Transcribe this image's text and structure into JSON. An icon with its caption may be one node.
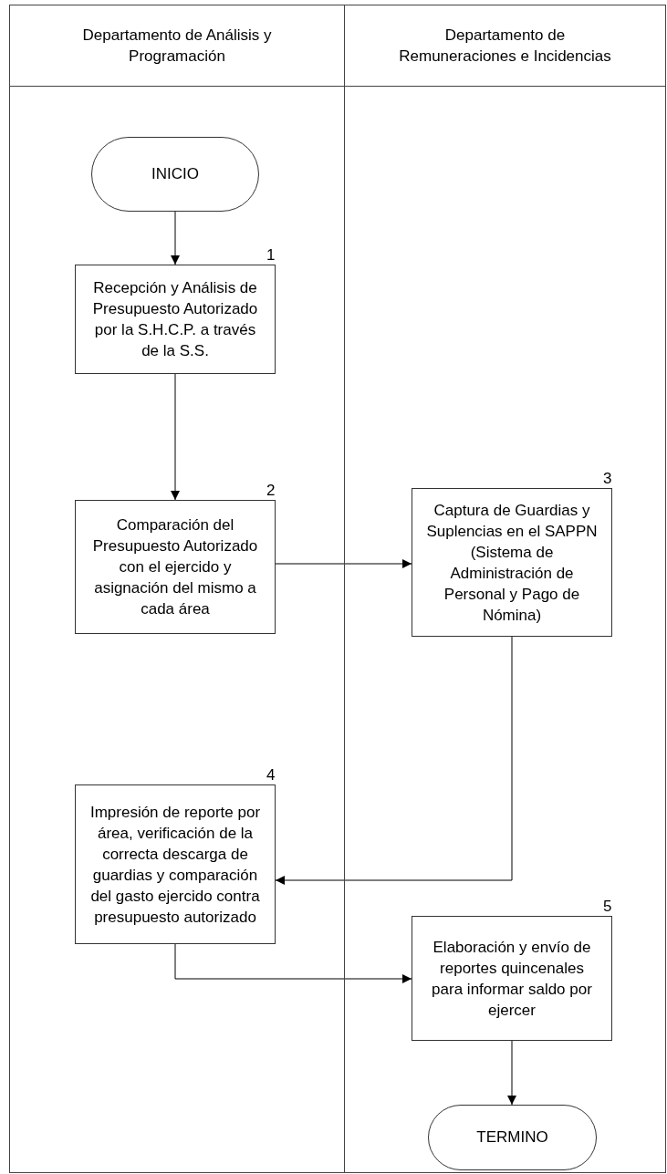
{
  "diagram": {
    "nodes": [
      {
        "text": [
          "Departamento de Análisis y Programación"
        ]
      },
      {
        "text": [
          "Departamento de Remuneraciones e Incidencias"
        ]
      },
      {
        "text": [
          "INICIO"
        ],
        "in": 0
      },
      {
        "text": [
          "Recepción y Análisis de Presupuesto Autorizado por la S.H.C.P. a través de la S.S."
        ],
        "in": 0,
        "beside": [
          "1"
        ]
      },
      {
        "text": [
          "Comparación del Presupuesto Autorizado con el ejercido y asignación del mismo a cada área"
        ],
        "in": 0,
        "beside": [
          "2"
        ]
      },
      {
        "text": [
          "Captura de Guardias y Suplencias en el SAPPN (Sistema de Administración de Personal y Pago de Nómina)"
        ],
        "in": 1,
        "beside": [
          "3"
        ]
      },
      {
        "text": [
          "Impresión de reporte por área, verificación de la correcta descarga de guardias y comparación del gasto ejercido contra presupuesto autorizado"
        ],
        "in": 0,
        "beside": [
          "4"
        ]
      },
      {
        "text": [
          "Elaboración y envío de reportes quincenales para informar saldo por ejercer"
        ],
        "in": 1,
        "beside": [
          "5"
        ]
      },
      {
        "text": [
          "TERMINO"
        ],
        "in": 1
      }
    ],
    "edges": [
      {
        "from": 2,
        "to": 3,
        "arrow": "to"
      },
      {
        "from": 3,
        "to": 4,
        "arrow": "to"
      },
      {
        "from": 4,
        "to": 5,
        "arrow": "to"
      },
      {
        "from": 5,
        "to": 6,
        "arrow": "to"
      },
      {
        "from": 6,
        "to": 7,
        "arrow": "to"
      },
      {
        "from": 7,
        "to": 8,
        "arrow": "to"
      }
    ]
  }
}
